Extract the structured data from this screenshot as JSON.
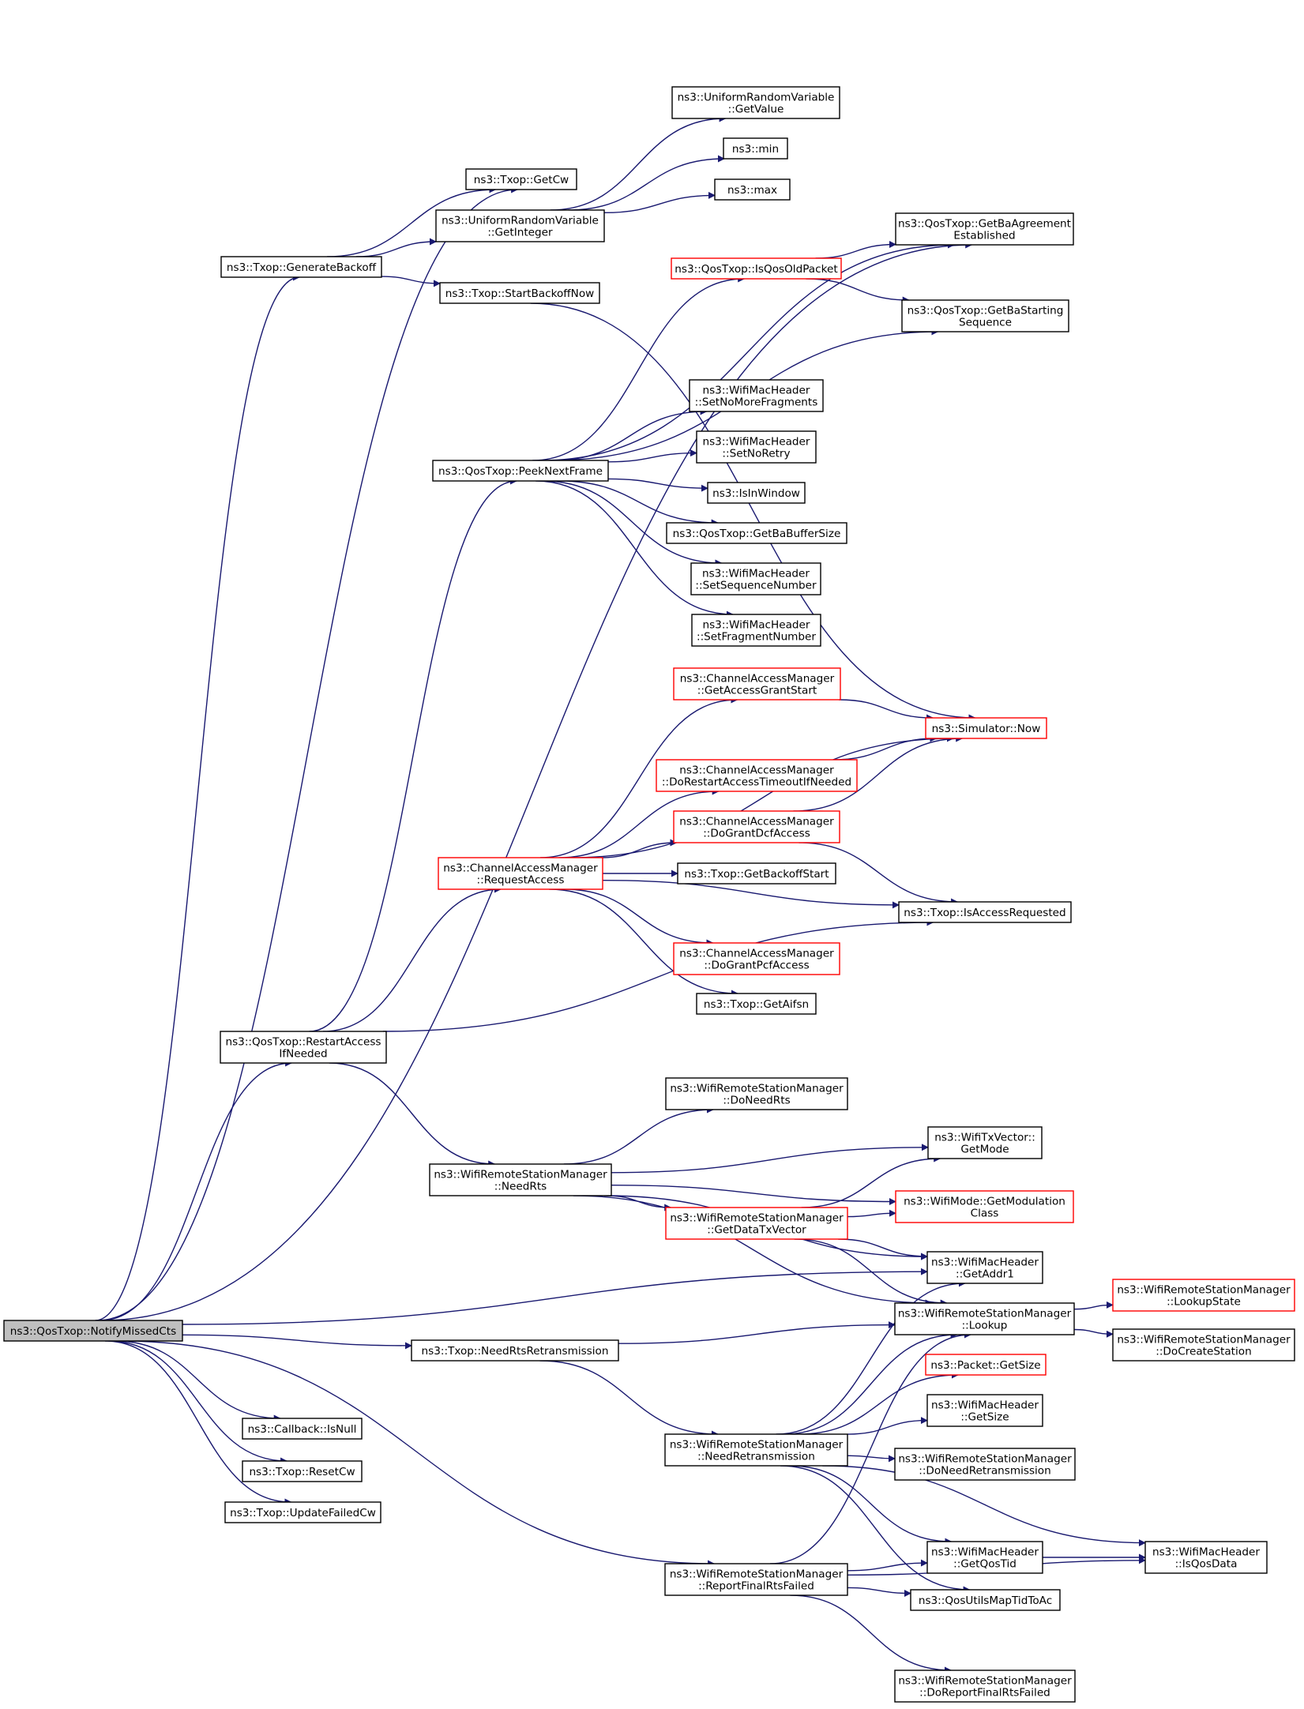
{
  "graph": {
    "colors": {
      "edge": "#191970",
      "node_border": "#000000",
      "highlight_border": "#ff0000",
      "root_fill": "#bfbfbf",
      "background": "#ffffff"
    },
    "nodes": {
      "notify_missed_cts": {
        "lines": [
          "ns3::QosTxop::NotifyMissedCts"
        ],
        "style": "root"
      },
      "get_cw": {
        "lines": [
          "ns3::Txop::GetCw"
        ]
      },
      "generate_backoff": {
        "lines": [
          "ns3::Txop::GenerateBackoff"
        ]
      },
      "get_integer": {
        "lines": [
          "ns3::UniformRandomVariable",
          "::GetInteger"
        ]
      },
      "get_value": {
        "lines": [
          "ns3::UniformRandomVariable",
          "::GetValue"
        ]
      },
      "min": {
        "lines": [
          "ns3::min"
        ]
      },
      "max": {
        "lines": [
          "ns3::max"
        ]
      },
      "start_backoff_now": {
        "lines": [
          "ns3::Txop::StartBackoffNow"
        ]
      },
      "get_ba_agreement": {
        "lines": [
          "ns3::QosTxop::GetBaAgreement",
          "Established"
        ]
      },
      "is_qos_old_packet": {
        "lines": [
          "ns3::QosTxop::IsQosOldPacket"
        ],
        "style": "red"
      },
      "get_ba_starting_seq": {
        "lines": [
          "ns3::QosTxop::GetBaStarting",
          "Sequence"
        ]
      },
      "set_no_more_fragments": {
        "lines": [
          "ns3::WifiMacHeader",
          "::SetNoMoreFragments"
        ]
      },
      "set_no_retry": {
        "lines": [
          "ns3::WifiMacHeader",
          "::SetNoRetry"
        ]
      },
      "peek_next_frame": {
        "lines": [
          "ns3::QosTxop::PeekNextFrame"
        ]
      },
      "is_in_window": {
        "lines": [
          "ns3::IsInWindow"
        ]
      },
      "get_ba_buffer_size": {
        "lines": [
          "ns3::QosTxop::GetBaBufferSize"
        ]
      },
      "set_sequence_number": {
        "lines": [
          "ns3::WifiMacHeader",
          "::SetSequenceNumber"
        ]
      },
      "set_fragment_number": {
        "lines": [
          "ns3::WifiMacHeader",
          "::SetFragmentNumber"
        ]
      },
      "get_access_grant_start": {
        "lines": [
          "ns3::ChannelAccessManager",
          "::GetAccessGrantStart"
        ],
        "style": "red"
      },
      "simulator_now": {
        "lines": [
          "ns3::Simulator::Now"
        ],
        "style": "red"
      },
      "do_restart_access": {
        "lines": [
          "ns3::ChannelAccessManager",
          "::DoRestartAccessTimeoutIfNeeded"
        ],
        "style": "red"
      },
      "do_grant_dcf": {
        "lines": [
          "ns3::ChannelAccessManager",
          "::DoGrantDcfAccess"
        ],
        "style": "red"
      },
      "request_access": {
        "lines": [
          "ns3::ChannelAccessManager",
          "::RequestAccess"
        ],
        "style": "red"
      },
      "get_backoff_start": {
        "lines": [
          "ns3::Txop::GetBackoffStart"
        ]
      },
      "is_access_requested": {
        "lines": [
          "ns3::Txop::IsAccessRequested"
        ]
      },
      "do_grant_pcf": {
        "lines": [
          "ns3::ChannelAccessManager",
          "::DoGrantPcfAccess"
        ],
        "style": "red"
      },
      "get_aifsn": {
        "lines": [
          "ns3::Txop::GetAifsn"
        ]
      },
      "restart_access": {
        "lines": [
          "ns3::QosTxop::RestartAccess",
          "IfNeeded"
        ]
      },
      "do_need_rts": {
        "lines": [
          "ns3::WifiRemoteStationManager",
          "::DoNeedRts"
        ]
      },
      "get_mode": {
        "lines": [
          "ns3::WifiTxVector::",
          "GetMode"
        ]
      },
      "need_rts": {
        "lines": [
          "ns3::WifiRemoteStationManager",
          "::NeedRts"
        ]
      },
      "get_modulation_class": {
        "lines": [
          "ns3::WifiMode::GetModulation",
          "Class"
        ],
        "style": "red"
      },
      "get_data_tx_vector": {
        "lines": [
          "ns3::WifiRemoteStationManager",
          "::GetDataTxVector"
        ],
        "style": "red"
      },
      "get_addr1": {
        "lines": [
          "ns3::WifiMacHeader",
          "::GetAddr1"
        ]
      },
      "lookup_state": {
        "lines": [
          "ns3::WifiRemoteStationManager",
          "::LookupState"
        ],
        "style": "red"
      },
      "lookup": {
        "lines": [
          "ns3::WifiRemoteStationManager",
          "::Lookup"
        ]
      },
      "do_create_station": {
        "lines": [
          "ns3::WifiRemoteStationManager",
          "::DoCreateStation"
        ]
      },
      "need_rts_retransmission": {
        "lines": [
          "ns3::Txop::NeedRtsRetransmission"
        ]
      },
      "packet_get_size": {
        "lines": [
          "ns3::Packet::GetSize"
        ],
        "style": "red"
      },
      "callback_is_null": {
        "lines": [
          "ns3::Callback::IsNull"
        ]
      },
      "header_get_size": {
        "lines": [
          "ns3::WifiMacHeader",
          "::GetSize"
        ]
      },
      "need_retransmission": {
        "lines": [
          "ns3::WifiRemoteStationManager",
          "::NeedRetransmission"
        ]
      },
      "do_need_retransmission": {
        "lines": [
          "ns3::WifiRemoteStationManager",
          "::DoNeedRetransmission"
        ]
      },
      "reset_cw": {
        "lines": [
          "ns3::Txop::ResetCw"
        ]
      },
      "update_failed_cw": {
        "lines": [
          "ns3::Txop::UpdateFailedCw"
        ]
      },
      "get_qos_tid": {
        "lines": [
          "ns3::WifiMacHeader",
          "::GetQosTid"
        ]
      },
      "is_qos_data": {
        "lines": [
          "ns3::WifiMacHeader",
          "::IsQosData"
        ]
      },
      "report_final_rts_failed": {
        "lines": [
          "ns3::WifiRemoteStationManager",
          "::ReportFinalRtsFailed"
        ]
      },
      "qos_utils_map": {
        "lines": [
          "ns3::QosUtilsMapTidToAc"
        ]
      },
      "do_report_final_rts_failed": {
        "lines": [
          "ns3::WifiRemoteStationManager",
          "::DoReportFinalRtsFailed"
        ]
      }
    },
    "edges": [
      [
        "notify_missed_cts",
        "get_ba_agreement"
      ],
      [
        "notify_missed_cts",
        "get_cw"
      ],
      [
        "notify_missed_cts",
        "generate_backoff"
      ],
      [
        "notify_missed_cts",
        "restart_access"
      ],
      [
        "notify_missed_cts",
        "get_addr1"
      ],
      [
        "notify_missed_cts",
        "need_rts_retransmission"
      ],
      [
        "notify_missed_cts",
        "callback_is_null"
      ],
      [
        "notify_missed_cts",
        "reset_cw"
      ],
      [
        "notify_missed_cts",
        "update_failed_cw"
      ],
      [
        "notify_missed_cts",
        "report_final_rts_failed"
      ],
      [
        "generate_backoff",
        "get_cw"
      ],
      [
        "generate_backoff",
        "get_integer"
      ],
      [
        "generate_backoff",
        "start_backoff_now"
      ],
      [
        "get_integer",
        "get_value"
      ],
      [
        "get_integer",
        "min"
      ],
      [
        "get_integer",
        "max"
      ],
      [
        "start_backoff_now",
        "simulator_now"
      ],
      [
        "is_qos_old_packet",
        "get_ba_agreement"
      ],
      [
        "is_qos_old_packet",
        "get_ba_starting_seq"
      ],
      [
        "peek_next_frame",
        "get_ba_agreement"
      ],
      [
        "peek_next_frame",
        "is_qos_old_packet"
      ],
      [
        "peek_next_frame",
        "get_ba_starting_seq"
      ],
      [
        "peek_next_frame",
        "set_no_more_fragments"
      ],
      [
        "peek_next_frame",
        "set_no_retry"
      ],
      [
        "peek_next_frame",
        "is_in_window"
      ],
      [
        "peek_next_frame",
        "get_ba_buffer_size"
      ],
      [
        "peek_next_frame",
        "set_sequence_number"
      ],
      [
        "peek_next_frame",
        "set_fragment_number"
      ],
      [
        "get_access_grant_start",
        "simulator_now"
      ],
      [
        "do_restart_access",
        "simulator_now"
      ],
      [
        "do_grant_dcf",
        "simulator_now"
      ],
      [
        "do_grant_dcf",
        "is_access_requested"
      ],
      [
        "request_access",
        "get_access_grant_start"
      ],
      [
        "request_access",
        "simulator_now"
      ],
      [
        "request_access",
        "do_restart_access"
      ],
      [
        "request_access",
        "do_grant_dcf"
      ],
      [
        "request_access",
        "get_backoff_start"
      ],
      [
        "request_access",
        "is_access_requested"
      ],
      [
        "request_access",
        "do_grant_pcf"
      ],
      [
        "request_access",
        "get_aifsn"
      ],
      [
        "restart_access",
        "peek_next_frame"
      ],
      [
        "restart_access",
        "request_access"
      ],
      [
        "restart_access",
        "is_access_requested"
      ],
      [
        "restart_access",
        "need_rts"
      ],
      [
        "need_rts",
        "do_need_rts"
      ],
      [
        "need_rts",
        "get_mode"
      ],
      [
        "need_rts",
        "get_modulation_class"
      ],
      [
        "need_rts",
        "get_data_tx_vector"
      ],
      [
        "need_rts",
        "get_addr1"
      ],
      [
        "need_rts",
        "lookup"
      ],
      [
        "get_data_tx_vector",
        "get_mode"
      ],
      [
        "get_data_tx_vector",
        "get_modulation_class"
      ],
      [
        "get_data_tx_vector",
        "get_addr1"
      ],
      [
        "get_data_tx_vector",
        "lookup"
      ],
      [
        "lookup",
        "lookup_state"
      ],
      [
        "lookup",
        "do_create_station"
      ],
      [
        "need_rts_retransmission",
        "lookup"
      ],
      [
        "need_rts_retransmission",
        "need_retransmission"
      ],
      [
        "need_retransmission",
        "get_addr1"
      ],
      [
        "need_retransmission",
        "lookup"
      ],
      [
        "need_retransmission",
        "packet_get_size"
      ],
      [
        "need_retransmission",
        "header_get_size"
      ],
      [
        "need_retransmission",
        "do_need_retransmission"
      ],
      [
        "need_retransmission",
        "is_qos_data"
      ],
      [
        "need_retransmission",
        "get_qos_tid"
      ],
      [
        "need_retransmission",
        "qos_utils_map"
      ],
      [
        "get_qos_tid",
        "is_qos_data"
      ],
      [
        "report_final_rts_failed",
        "lookup"
      ],
      [
        "report_final_rts_failed",
        "get_qos_tid"
      ],
      [
        "report_final_rts_failed",
        "qos_utils_map"
      ],
      [
        "report_final_rts_failed",
        "is_qos_data"
      ],
      [
        "report_final_rts_failed",
        "do_report_final_rts_failed"
      ]
    ]
  }
}
